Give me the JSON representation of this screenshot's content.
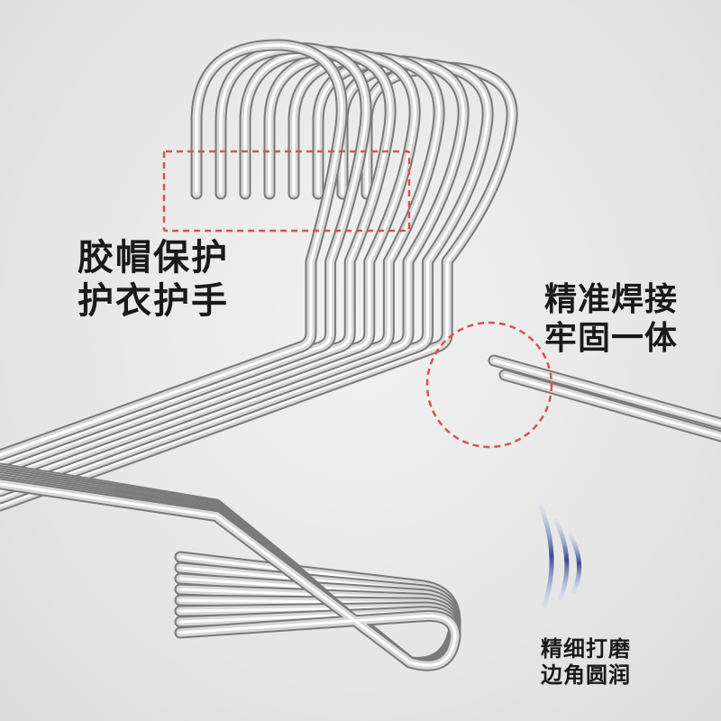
{
  "callouts": {
    "cap_protection": {
      "line1": "胶帽保护",
      "line2": "护衣护手"
    },
    "welding": {
      "line1": "精准焊接",
      "line2": "牢固一体"
    },
    "polishing": {
      "line1": "精细打磨",
      "line2": "边角圆润"
    }
  },
  "colors": {
    "dashed_marker": "#d9534f",
    "polish_arc_dark": "#3a4a8c",
    "polish_arc_light": "#a9bff0",
    "metal_highlight": "#ffffff",
    "metal_shadow": "#6e6e6e"
  },
  "icons": {
    "hanger": "hanger-icon",
    "polish_waves": "polish-waves-icon"
  }
}
